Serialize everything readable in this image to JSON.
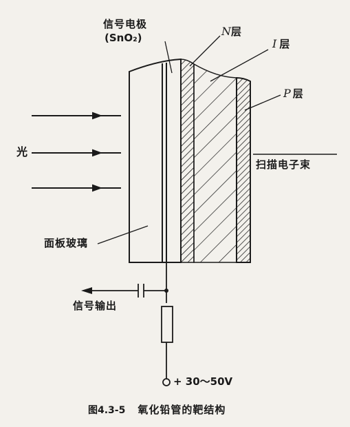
{
  "labels": {
    "signal_electrode_line1": "信号电极",
    "signal_electrode_line2": "(SnO₂)",
    "n_layer_letter": "N",
    "n_layer_suffix": "层",
    "i_layer_letter": "I",
    "i_layer_suffix": "层",
    "p_layer_letter": "P",
    "p_layer_suffix": "层",
    "light": "光",
    "scanning_beam": "扫描电子束",
    "faceplate_glass": "面板玻璃",
    "signal_output": "信号输出",
    "supply_voltage": "+ 30～50V"
  },
  "caption": {
    "figure_number": "图4.3-5",
    "title": "氧化铅管的靶结构"
  },
  "colors": {
    "ink": "#1a1a1a",
    "paper": "#f3f1ec"
  }
}
